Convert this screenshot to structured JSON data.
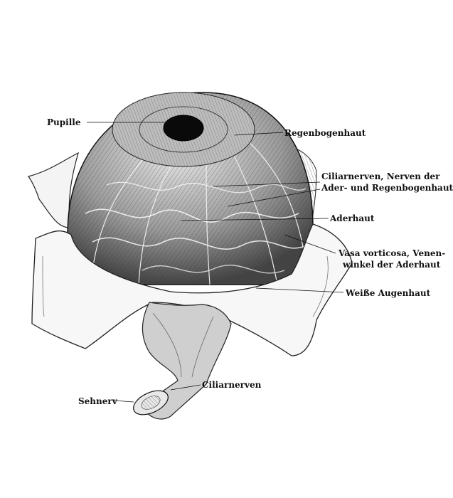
{
  "labels": {
    "pupille": "Pupille",
    "regenbogenhaut": "Regenbogenhaut",
    "ciliarnerven_line1": "Ciliarnerven, Nerven der",
    "ciliarnerven_line2": "Ader- und Regenbogenhaut",
    "aderhaut": "Aderhaut",
    "vasa_line1": "Vasa vorticosa, Venen-",
    "vasa_line2": "winkel der Aderhaut",
    "weisse_augenhaut": "Weiße Augenhaut",
    "ciliarnerven": "Ciliarnerven",
    "sehnerv": "Sehnerv"
  }
}
